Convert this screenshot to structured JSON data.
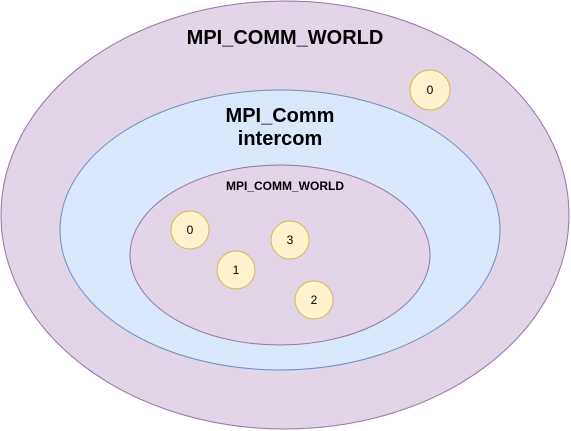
{
  "colors": {
    "outer_fill": "#e1d5e7",
    "outer_stroke": "#9673a6",
    "middle_fill": "#dae8fc",
    "middle_stroke": "#6c8ebf",
    "inner_fill": "#e1d5e7",
    "inner_stroke": "#9673a6",
    "rank_fill": "#fff2cc",
    "rank_stroke": "#d6b656",
    "text": "#000000"
  },
  "outer_group": {
    "title": "MPI_COMM_WORLD",
    "ranks": [
      {
        "label": "0"
      }
    ]
  },
  "intercomm_group": {
    "title_line1": "MPI_Comm",
    "title_line2": "intercom"
  },
  "inner_group": {
    "title": "MPI_COMM_WORLD",
    "ranks": [
      {
        "label": "0"
      },
      {
        "label": "3"
      },
      {
        "label": "1"
      },
      {
        "label": "2"
      }
    ]
  }
}
